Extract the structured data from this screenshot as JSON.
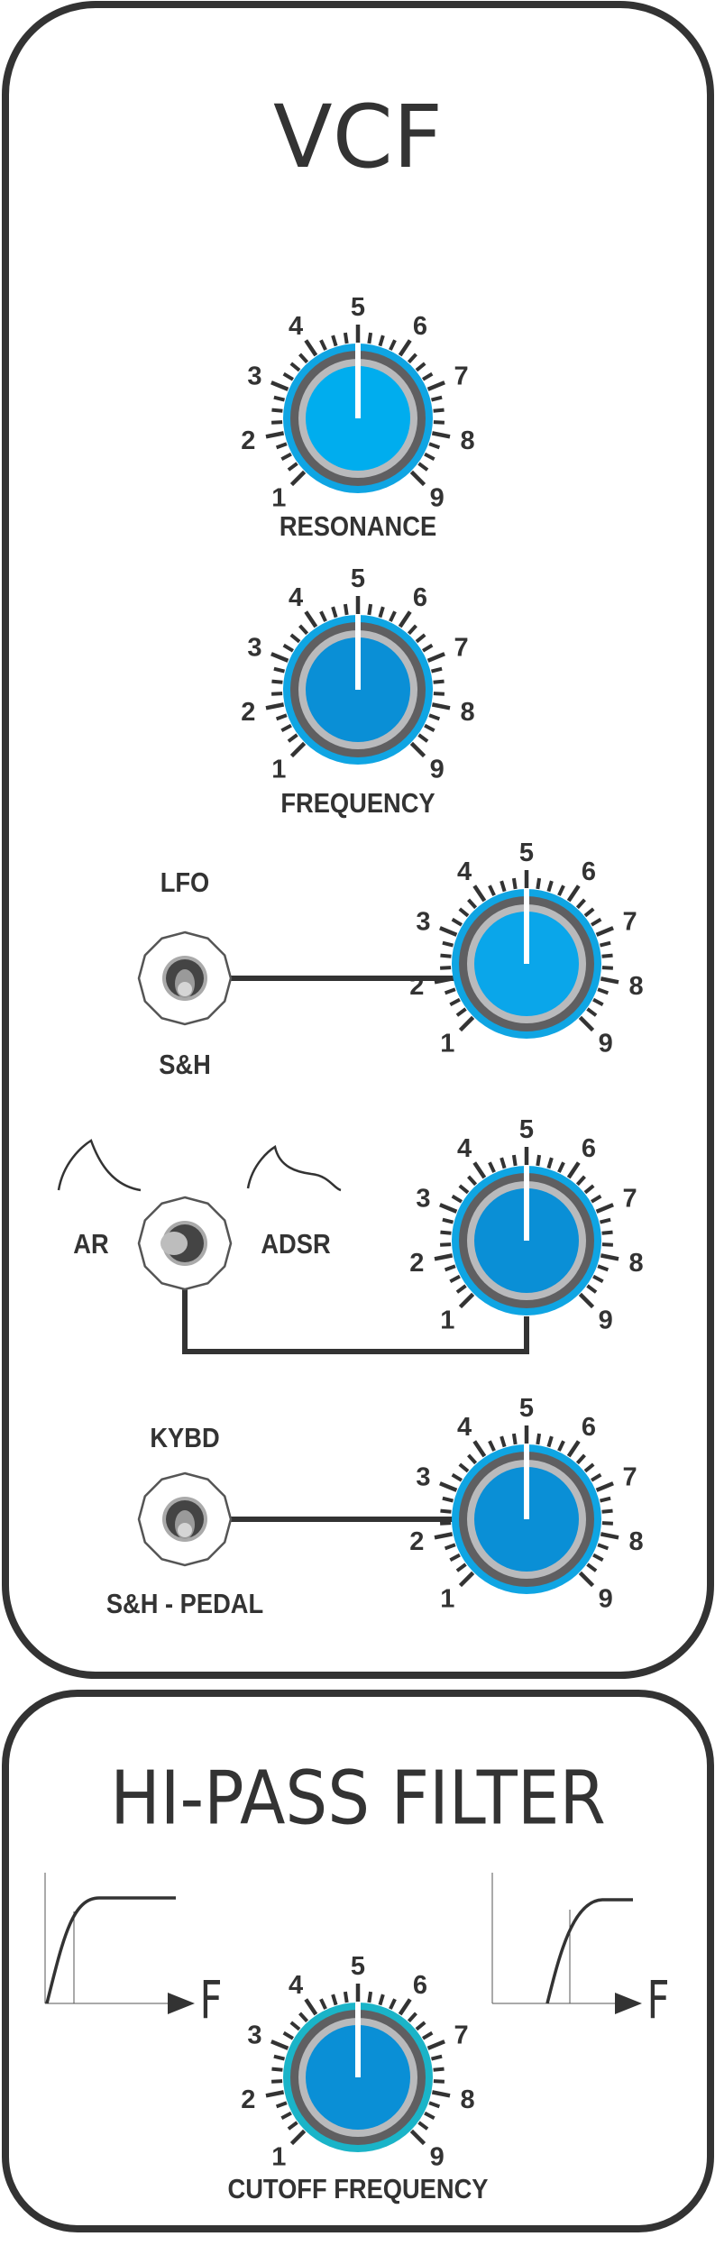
{
  "vcf": {
    "title": "VCF",
    "knobs": [
      {
        "id": "resonance",
        "label": "RESONANCE",
        "value": 5,
        "color": "#00adee"
      },
      {
        "id": "frequency",
        "label": "FREQUENCY",
        "value": 5,
        "color": "#0a8fd6"
      },
      {
        "id": "lfo-sh-amount",
        "label": "",
        "value": 5,
        "color": "#0aa6ea"
      },
      {
        "id": "envelope-amount",
        "label": "",
        "value": 5,
        "color": "#0a8fd6"
      },
      {
        "id": "keyboard-amount",
        "label": "",
        "value": 5,
        "color": "#0a8fd6"
      }
    ],
    "switches": [
      {
        "id": "lfo-sh",
        "top": "LFO",
        "bottom": "S&H"
      },
      {
        "id": "ar-adsr",
        "left": "AR",
        "right": "ADSR"
      },
      {
        "id": "kybd-pedal",
        "top": "KYBD",
        "bottom": "S&H - PEDAL"
      }
    ]
  },
  "hipass": {
    "title": "HI-PASS FILTER",
    "knob": {
      "id": "cutoff",
      "label": "CUTOFF FREQUENCY",
      "value": 5,
      "color": "#0a8fd6",
      "ring": "#1ab4c8"
    },
    "axis_label_left": "F",
    "axis_label_right": "F"
  },
  "scale_numbers": [
    "1",
    "2",
    "3",
    "4",
    "5",
    "6",
    "7",
    "8",
    "9"
  ],
  "colors": {
    "panel_border": "#333333",
    "dark_ring": "#5f5f61",
    "light_ring": "#b9babc",
    "ring_blue": "#0fa5e3"
  }
}
